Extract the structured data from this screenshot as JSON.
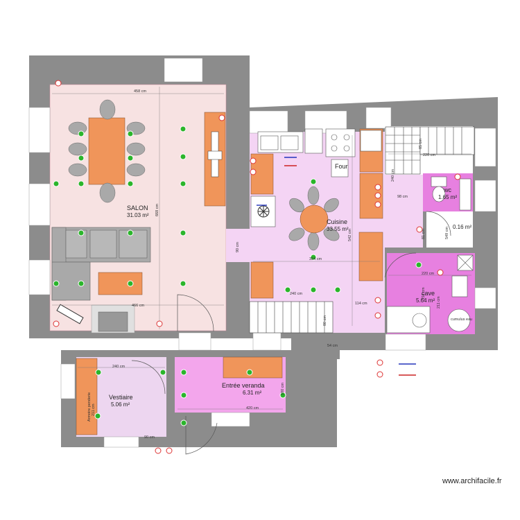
{
  "rooms": {
    "salon": {
      "name": "SALON",
      "area": "31.03 m²"
    },
    "cuisine": {
      "name": "Cuisine",
      "area": "33.55 m²"
    },
    "wc": {
      "name": "wc",
      "area": "1.65 m²"
    },
    "small": {
      "area": "0.16 m²"
    },
    "cave": {
      "name": "cave",
      "area": "5.64 m²"
    },
    "vestiaire": {
      "name": "Vestiaire",
      "area": "5.06 m²"
    },
    "veranda": {
      "name": "Entrée veranda",
      "area": "6.31 m²"
    }
  },
  "labels": {
    "four": "Four",
    "armoire": "Armoire penderie",
    "cumulus": "cumulus eau"
  },
  "dimensions": {
    "salon_top": "458 cm",
    "salon_height": "668 cm",
    "salon_bottom": "466 cm",
    "hall_90": "90 cm",
    "kitchen_width": "354 cm",
    "kitchen_height": "542 cm",
    "kitchen_240": "240 cm",
    "kitchen_114": "114 cm",
    "kitchen_80": "80 cm",
    "kitchen_54": "54 cm",
    "stair_220": "220 cm",
    "stair_85": "85 cm",
    "stair_240v": "240 cm",
    "wc_98": "98 cm",
    "wc_81": "81 cm",
    "wc_549": "549 cm",
    "cave_220": "220 cm",
    "cave_211a": "211 cm",
    "cave_211b": "211 cm",
    "vest_240": "240 cm",
    "vest_211": "211 cm",
    "vest_90": "90 cm",
    "ver_180": "180 cm",
    "ver_420": "420 cm"
  },
  "watermark": "www.archifacile.fr",
  "colors": {
    "wall": "#8c8c8c",
    "salon_floor": "#f7e2e2",
    "kitchen_floor": "#f4d4f4",
    "cave_floor": "#e780e0",
    "veranda_floor": "#f3a6ec",
    "vestiaire_floor": "#edd6f0",
    "furniture": "#f0955a",
    "sofa": "#a9a9a9",
    "outlet": "#2bb52b"
  }
}
